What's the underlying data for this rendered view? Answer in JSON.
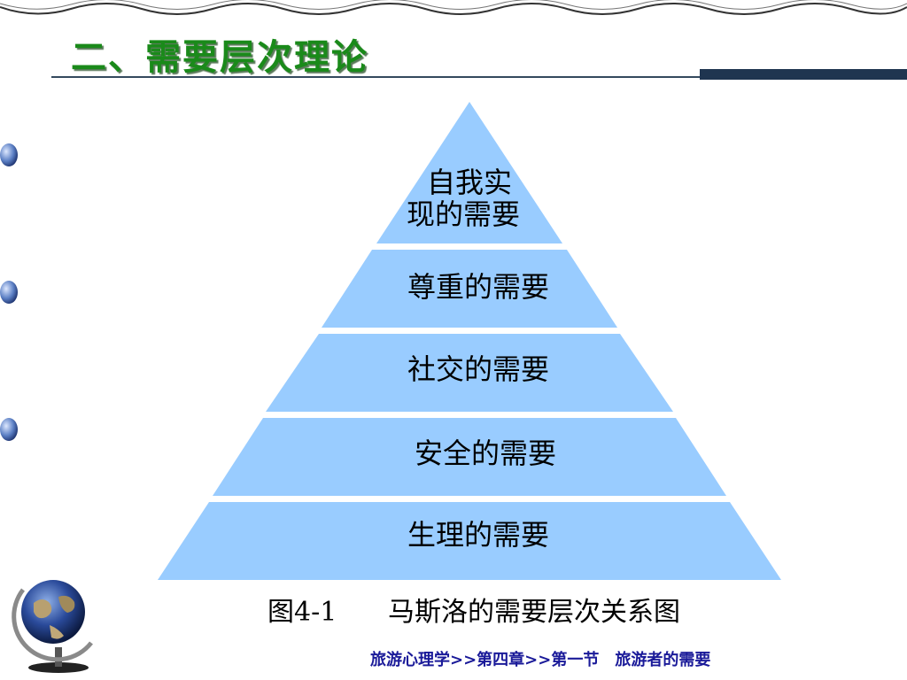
{
  "slide": {
    "title": "二、需要层次理论",
    "footer": "旅游心理学>>第四章>>第一节　旅游者的需要"
  },
  "diagram": {
    "levels": [
      {
        "line1": "自我实",
        "line2": "现的需要"
      },
      {
        "line1": "尊重的需要"
      },
      {
        "line1": "社交的需要"
      },
      {
        "line1": "安全的需要"
      },
      {
        "line1": "生理的需要"
      }
    ],
    "figure_number": "图4-1",
    "figure_caption": "马斯洛的需要层次关系图"
  },
  "colors": {
    "pyramid_fill": "#99ccff",
    "title": "#1a8a1a",
    "footer": "#1a1a99",
    "rule": "#1f3550"
  }
}
